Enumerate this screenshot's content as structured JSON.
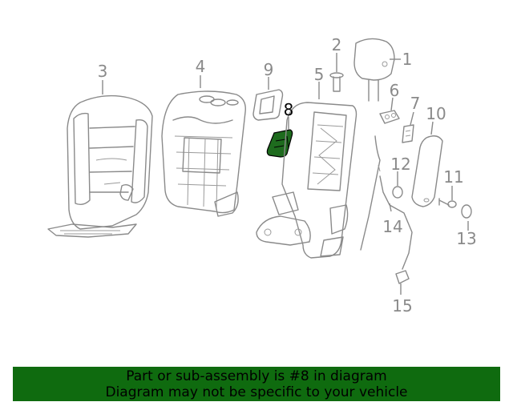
{
  "diagram": {
    "callouts": {
      "c1": "1",
      "c2": "2",
      "c3": "3",
      "c4": "4",
      "c5": "5",
      "c6": "6",
      "c7": "7",
      "c8": "8",
      "c9": "9",
      "c10": "10",
      "c11": "11",
      "c12": "12",
      "c13": "13",
      "c14": "14",
      "c15": "15"
    },
    "highlighted_part": "8",
    "colors": {
      "line_art": "#8a8a8a",
      "highlight_fill": "#1e6b1e",
      "banner_background": "#0f6b0f"
    }
  },
  "banner": {
    "line1": "Part or sub-assembly is #8 in diagram",
    "line2": "Diagram may not be specific to your vehicle"
  }
}
